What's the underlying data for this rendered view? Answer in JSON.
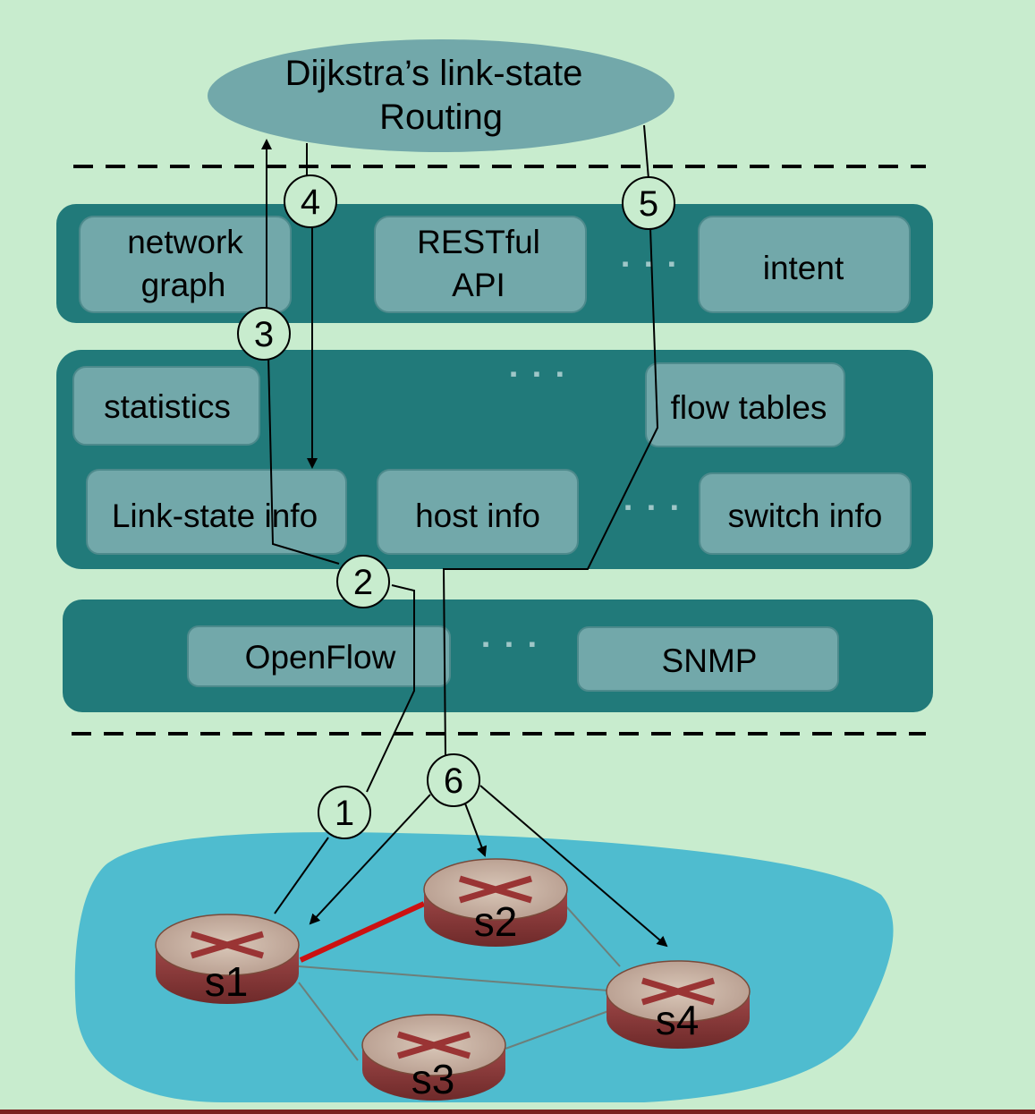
{
  "app": {
    "routing_line1": "Dijkstra’s link-state",
    "routing_line2": "Routing"
  },
  "northbound": {
    "network_graph": [
      "network",
      "graph"
    ],
    "restful_api": [
      "RESTful",
      "API"
    ],
    "intent": "intent"
  },
  "state": {
    "statistics": "statistics",
    "flow_tables": "flow tables",
    "link_state_info": "Link-state info",
    "host_info": "host info",
    "switch_info": "switch info"
  },
  "southbound": {
    "openflow": "OpenFlow",
    "snmp": "SNMP"
  },
  "ellipsis": "▪ ▪ ▪",
  "steps": [
    "1",
    "2",
    "3",
    "4",
    "5",
    "6"
  ],
  "switches": [
    "s1",
    "s2",
    "s3",
    "s4"
  ],
  "colors": {
    "background": "#c8ecce",
    "layer_bg": "#217a7a",
    "box_bg": "#72a8aa",
    "network_cloud": "#4fbccf",
    "highlight_link": "#cc1111",
    "router_body": "#8c3a3a"
  }
}
